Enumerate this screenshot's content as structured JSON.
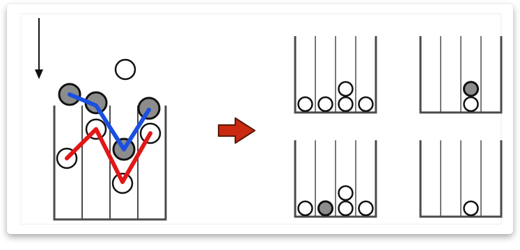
{
  "figure": {
    "description_free": true,
    "colors": {
      "frame_border": "#d6d6d6",
      "container_stroke": "#4a4a4a",
      "divider_stroke": "#4a4a4a",
      "ball_white_fill": "#ffffff",
      "ball_gray_fill": "#8c8c8c",
      "ball_stroke": "#111111",
      "path_blue": "#1a4fe0",
      "path_red": "#e21717",
      "arrow_fill": "#c92a10",
      "arrow_stroke": "#5a1a0a",
      "down_arrow": "#111111"
    },
    "icons": {
      "down_arrow": "down-arrow-icon",
      "right_arrow": "right-arrow-icon"
    },
    "left_panel": {
      "bins": 4,
      "balls": [
        {
          "kind": "white",
          "column": "above"
        },
        {
          "kind": "gray",
          "column": 1
        },
        {
          "kind": "gray",
          "column": 2
        },
        {
          "kind": "gray",
          "column": 3
        },
        {
          "kind": "gray",
          "column": 4
        },
        {
          "kind": "white",
          "column": 1
        },
        {
          "kind": "white",
          "column": 2
        },
        {
          "kind": "white",
          "column": 3
        },
        {
          "kind": "white",
          "column": 4
        }
      ],
      "paths": [
        "blue",
        "red"
      ]
    },
    "result_panels": [
      {
        "bins": 4,
        "counts": [
          1,
          1,
          2,
          1
        ],
        "gray_positions": []
      },
      {
        "bins": 4,
        "counts": [
          0,
          0,
          2,
          0
        ],
        "gray_positions": [
          [
            3,
            2
          ]
        ]
      },
      {
        "bins": 4,
        "counts": [
          1,
          1,
          2,
          1
        ],
        "gray_positions": [
          [
            2,
            1
          ]
        ]
      },
      {
        "bins": 4,
        "counts": [
          0,
          0,
          1,
          0
        ],
        "gray_positions": []
      }
    ]
  }
}
